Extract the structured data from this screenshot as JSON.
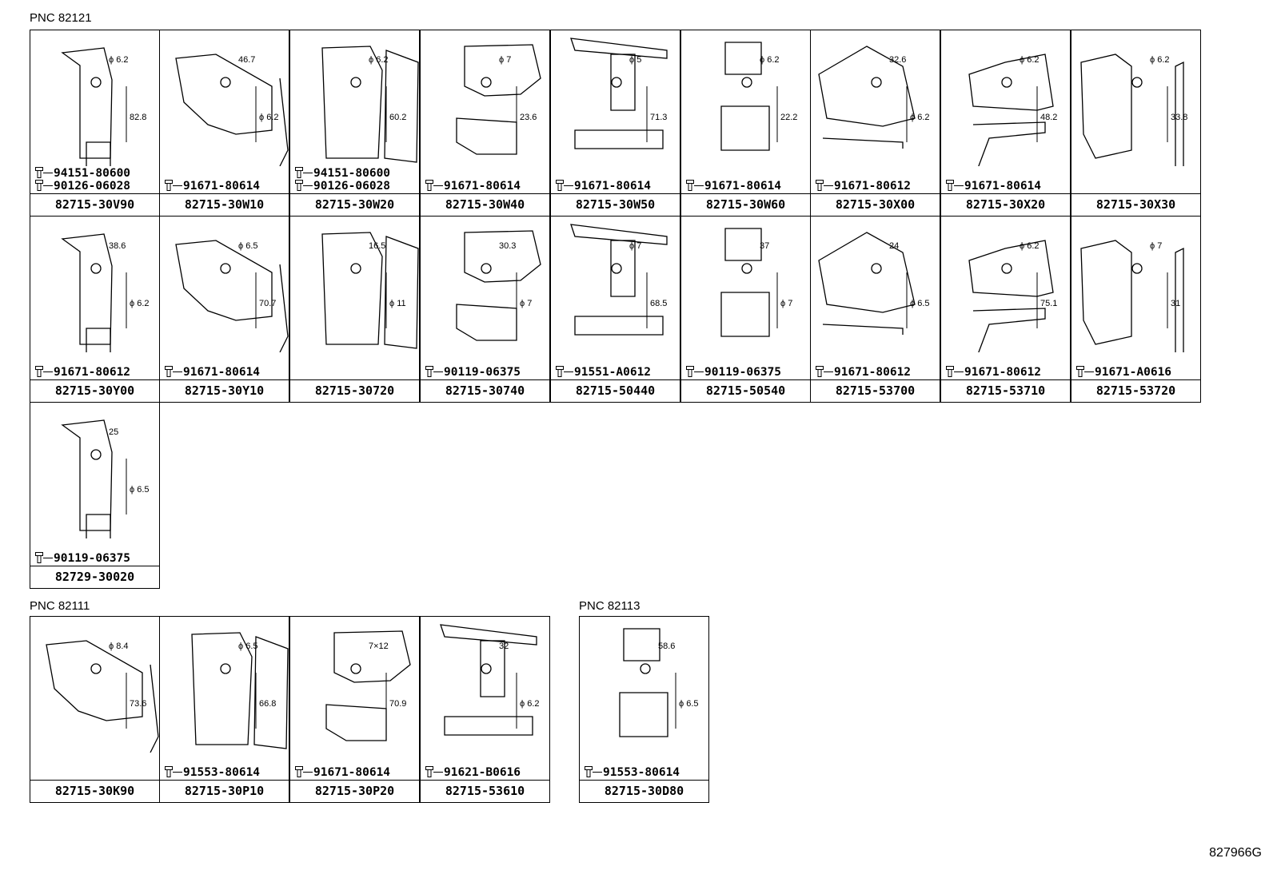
{
  "pnc_labels": [
    "PNC 82121",
    "PNC 82111",
    "PNC 82113"
  ],
  "reference": "827966G",
  "cells": [
    {
      "part": "82715-30V90",
      "bolts": [
        "94151-80600",
        "90126-06028"
      ],
      "dims": [
        "ϕ 6.2",
        "82.8"
      ]
    },
    {
      "part": "82715-30W10",
      "bolts": [
        "91671-80614"
      ],
      "dims": [
        "46.7",
        "ϕ 6.2"
      ]
    },
    {
      "part": "82715-30W20",
      "bolts": [
        "94151-80600",
        "90126-06028"
      ],
      "dims": [
        "ϕ 6.2",
        "60.2"
      ]
    },
    {
      "part": "82715-30W40",
      "bolts": [
        "91671-80614"
      ],
      "dims": [
        "ϕ 7",
        "23.6"
      ]
    },
    {
      "part": "82715-30W50",
      "bolts": [
        "91671-80614"
      ],
      "dims": [
        "ϕ 5",
        "71.3"
      ]
    },
    {
      "part": "82715-30W60",
      "bolts": [
        "91671-80614"
      ],
      "dims": [
        "ϕ 6.2",
        "22.2"
      ]
    },
    {
      "part": "82715-30X00",
      "bolts": [
        "91671-80612"
      ],
      "dims": [
        "32.6",
        "ϕ 6.2"
      ]
    },
    {
      "part": "82715-30X20",
      "bolts": [
        "91671-80614"
      ],
      "dims": [
        "ϕ 6.2",
        "48.2"
      ]
    },
    {
      "part": "82715-30X30",
      "bolts": [],
      "dims": [
        "ϕ 6.2",
        "33.8"
      ]
    },
    {
      "part": "82715-30Y00",
      "bolts": [
        "91671-80612"
      ],
      "dims": [
        "38.6",
        "ϕ 6.2"
      ]
    },
    {
      "part": "82715-30Y10",
      "bolts": [
        "91671-80614"
      ],
      "dims": [
        "ϕ 6.5",
        "70.7"
      ]
    },
    {
      "part": "82715-30720",
      "bolts": [],
      "dims": [
        "16.5",
        "ϕ 11"
      ]
    },
    {
      "part": "82715-30740",
      "bolts": [
        "90119-06375"
      ],
      "dims": [
        "30.3",
        "ϕ 7"
      ]
    },
    {
      "part": "82715-50440",
      "bolts": [
        "91551-A0612"
      ],
      "dims": [
        "ϕ 7",
        "68.5"
      ]
    },
    {
      "part": "82715-50540",
      "bolts": [
        "90119-06375"
      ],
      "dims": [
        "37",
        "ϕ 7"
      ]
    },
    {
      "part": "82715-53700",
      "bolts": [
        "91671-80612"
      ],
      "dims": [
        "24",
        "ϕ 6.5"
      ]
    },
    {
      "part": "82715-53710",
      "bolts": [
        "91671-80612"
      ],
      "dims": [
        "ϕ 6.2",
        "75.1"
      ]
    },
    {
      "part": "82715-53720",
      "bolts": [
        "91671-A0616"
      ],
      "dims": [
        "ϕ 7",
        "31"
      ]
    },
    {
      "part": "82729-30020",
      "bolts": [
        "90119-06375"
      ],
      "dims": [
        "25",
        "ϕ 6.5"
      ]
    },
    {
      "part": "82715-30K90",
      "bolts": [],
      "dims": [
        "ϕ 8.4",
        "73.6"
      ]
    },
    {
      "part": "82715-30P10",
      "bolts": [
        "91553-80614"
      ],
      "dims": [
        "ϕ 6.5",
        "66.8"
      ]
    },
    {
      "part": "82715-30P20",
      "bolts": [
        "91671-80614"
      ],
      "dims": [
        "7×12",
        "70.9"
      ]
    },
    {
      "part": "82715-53610",
      "bolts": [
        "91621-B0616"
      ],
      "dims": [
        "32",
        "ϕ 6.2"
      ]
    },
    {
      "part": "82715-30D80",
      "bolts": [
        "91553-80614"
      ],
      "dims": [
        "58.6",
        "ϕ 6.5"
      ]
    }
  ]
}
